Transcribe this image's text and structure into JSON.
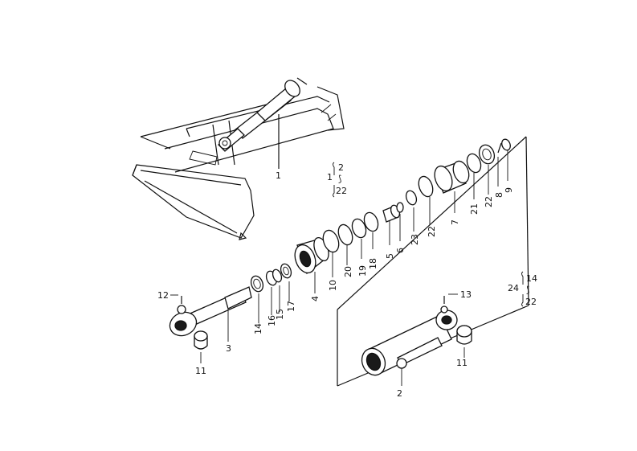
{
  "callouts": {
    "c1": "1",
    "c2": "2",
    "c3": "3",
    "c4": "4",
    "c5": "5",
    "c6": "6",
    "c7": "7",
    "c8": "8",
    "c9": "9",
    "c10": "10",
    "c11a": "11",
    "c11b": "11",
    "c12": "12",
    "c13": "13",
    "c14": "14",
    "c15": "15",
    "c16": "16",
    "c17": "17",
    "c18": "18",
    "c19": "19",
    "c20": "20",
    "c21": "21",
    "c22a": "22",
    "c22b": "22",
    "c23": "23"
  },
  "groups": {
    "g1": {
      "ref": "1",
      "from": "2",
      "sep": "⟆",
      "to": "22"
    },
    "g24": {
      "ref": "24",
      "from": "14",
      "sep": "⟆",
      "to": "22"
    }
  }
}
